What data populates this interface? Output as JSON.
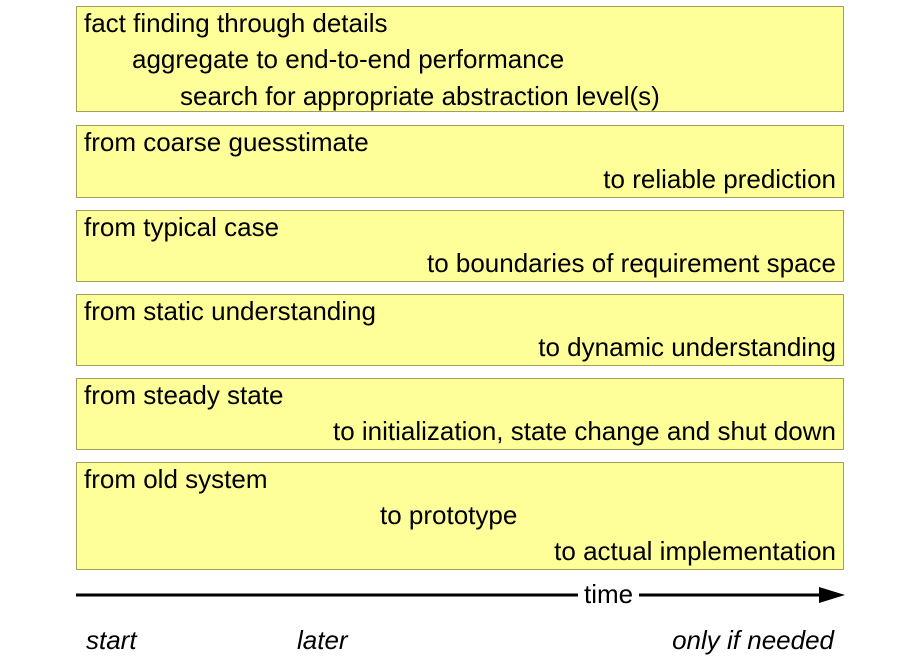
{
  "boxes": [
    {
      "lines": [
        "fact finding through details",
        "aggregate to end-to-end performance",
        "search for  appropriate abstraction level(s)"
      ]
    },
    {
      "lines": [
        "from coarse guesstimate",
        "to reliable prediction"
      ]
    },
    {
      "lines": [
        "from typical case",
        "to boundaries of requirement space"
      ]
    },
    {
      "lines": [
        "from static understanding",
        "to dynamic understanding"
      ]
    },
    {
      "lines": [
        "from steady state",
        "to initialization, state change and shut down"
      ]
    },
    {
      "lines": [
        "from old system",
        "to prototype",
        "to actual implementation"
      ]
    }
  ],
  "axis": {
    "label": "time"
  },
  "timeline": {
    "start": "start",
    "later": "later",
    "end": "only if needed"
  },
  "colors": {
    "box_fill": "#ffff99",
    "box_border": "#a0a05a",
    "arrow": "#000000"
  }
}
